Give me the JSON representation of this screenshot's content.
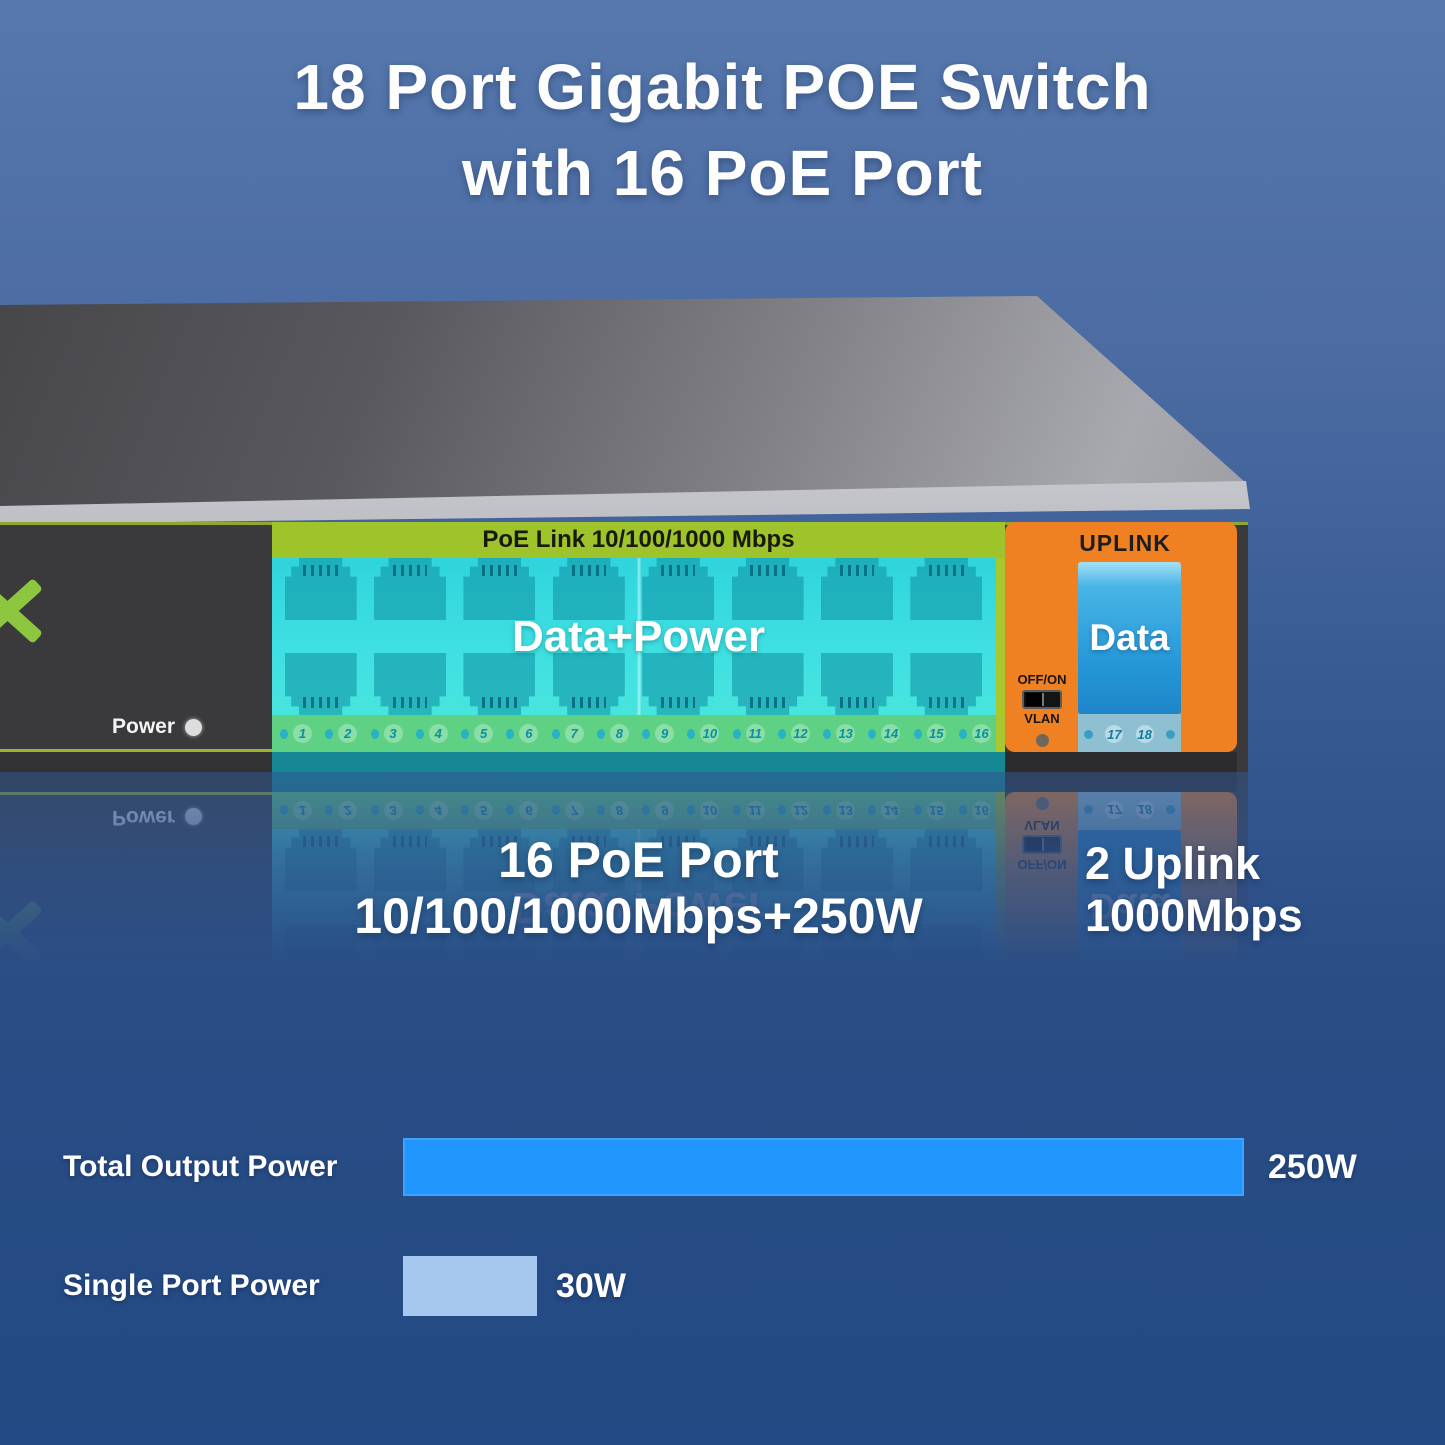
{
  "title": {
    "line1": "18 Port Gigabit POE Switch",
    "line2": "with 16 PoE Port"
  },
  "switch": {
    "power_label": "Power",
    "poe": {
      "header": "PoE Link 10/100/1000 Mbps",
      "overlay": "Data+Power",
      "port_numbers": [
        "1",
        "2",
        "3",
        "4",
        "5",
        "6",
        "7",
        "8",
        "9",
        "10",
        "11",
        "12",
        "13",
        "14",
        "15",
        "16"
      ]
    },
    "uplink": {
      "header": "UPLINK",
      "overlay": "Data",
      "vlan_switch_label_top": "OFF/ON",
      "vlan_switch_label_bottom": "VLAN",
      "port_numbers": [
        "17",
        "18"
      ]
    }
  },
  "callouts": {
    "poe_line1": "16 PoE Port",
    "poe_line2": "10/100/1000Mbps+250W",
    "uplink_line1": "2 Uplink",
    "uplink_line2": "1000Mbps"
  },
  "chart_data": {
    "type": "bar",
    "orientation": "horizontal",
    "categories": [
      "Total Output Power",
      "Single Port Power"
    ],
    "values": [
      250,
      30
    ],
    "unit": "W",
    "value_labels": [
      "250W",
      "30W"
    ],
    "bar_colors": [
      "#2196fd",
      "#a6c8ef"
    ],
    "xlim": [
      0,
      250
    ],
    "grid": false,
    "legend": false
  },
  "colors": {
    "background_top": "#5577ad",
    "background_bottom": "#234a85",
    "panel_dark": "#3a393c",
    "poe_sticker_green": "#9fc42b",
    "port_cyan": "#35dade",
    "number_strip_green": "#5ed184",
    "uplink_orange": "#f08122",
    "data_port_blue": "#2d9fd8",
    "brand_green": "#8dc63f",
    "bar_blue": "#2196fd",
    "bar_light_blue": "#a6c8ef"
  }
}
